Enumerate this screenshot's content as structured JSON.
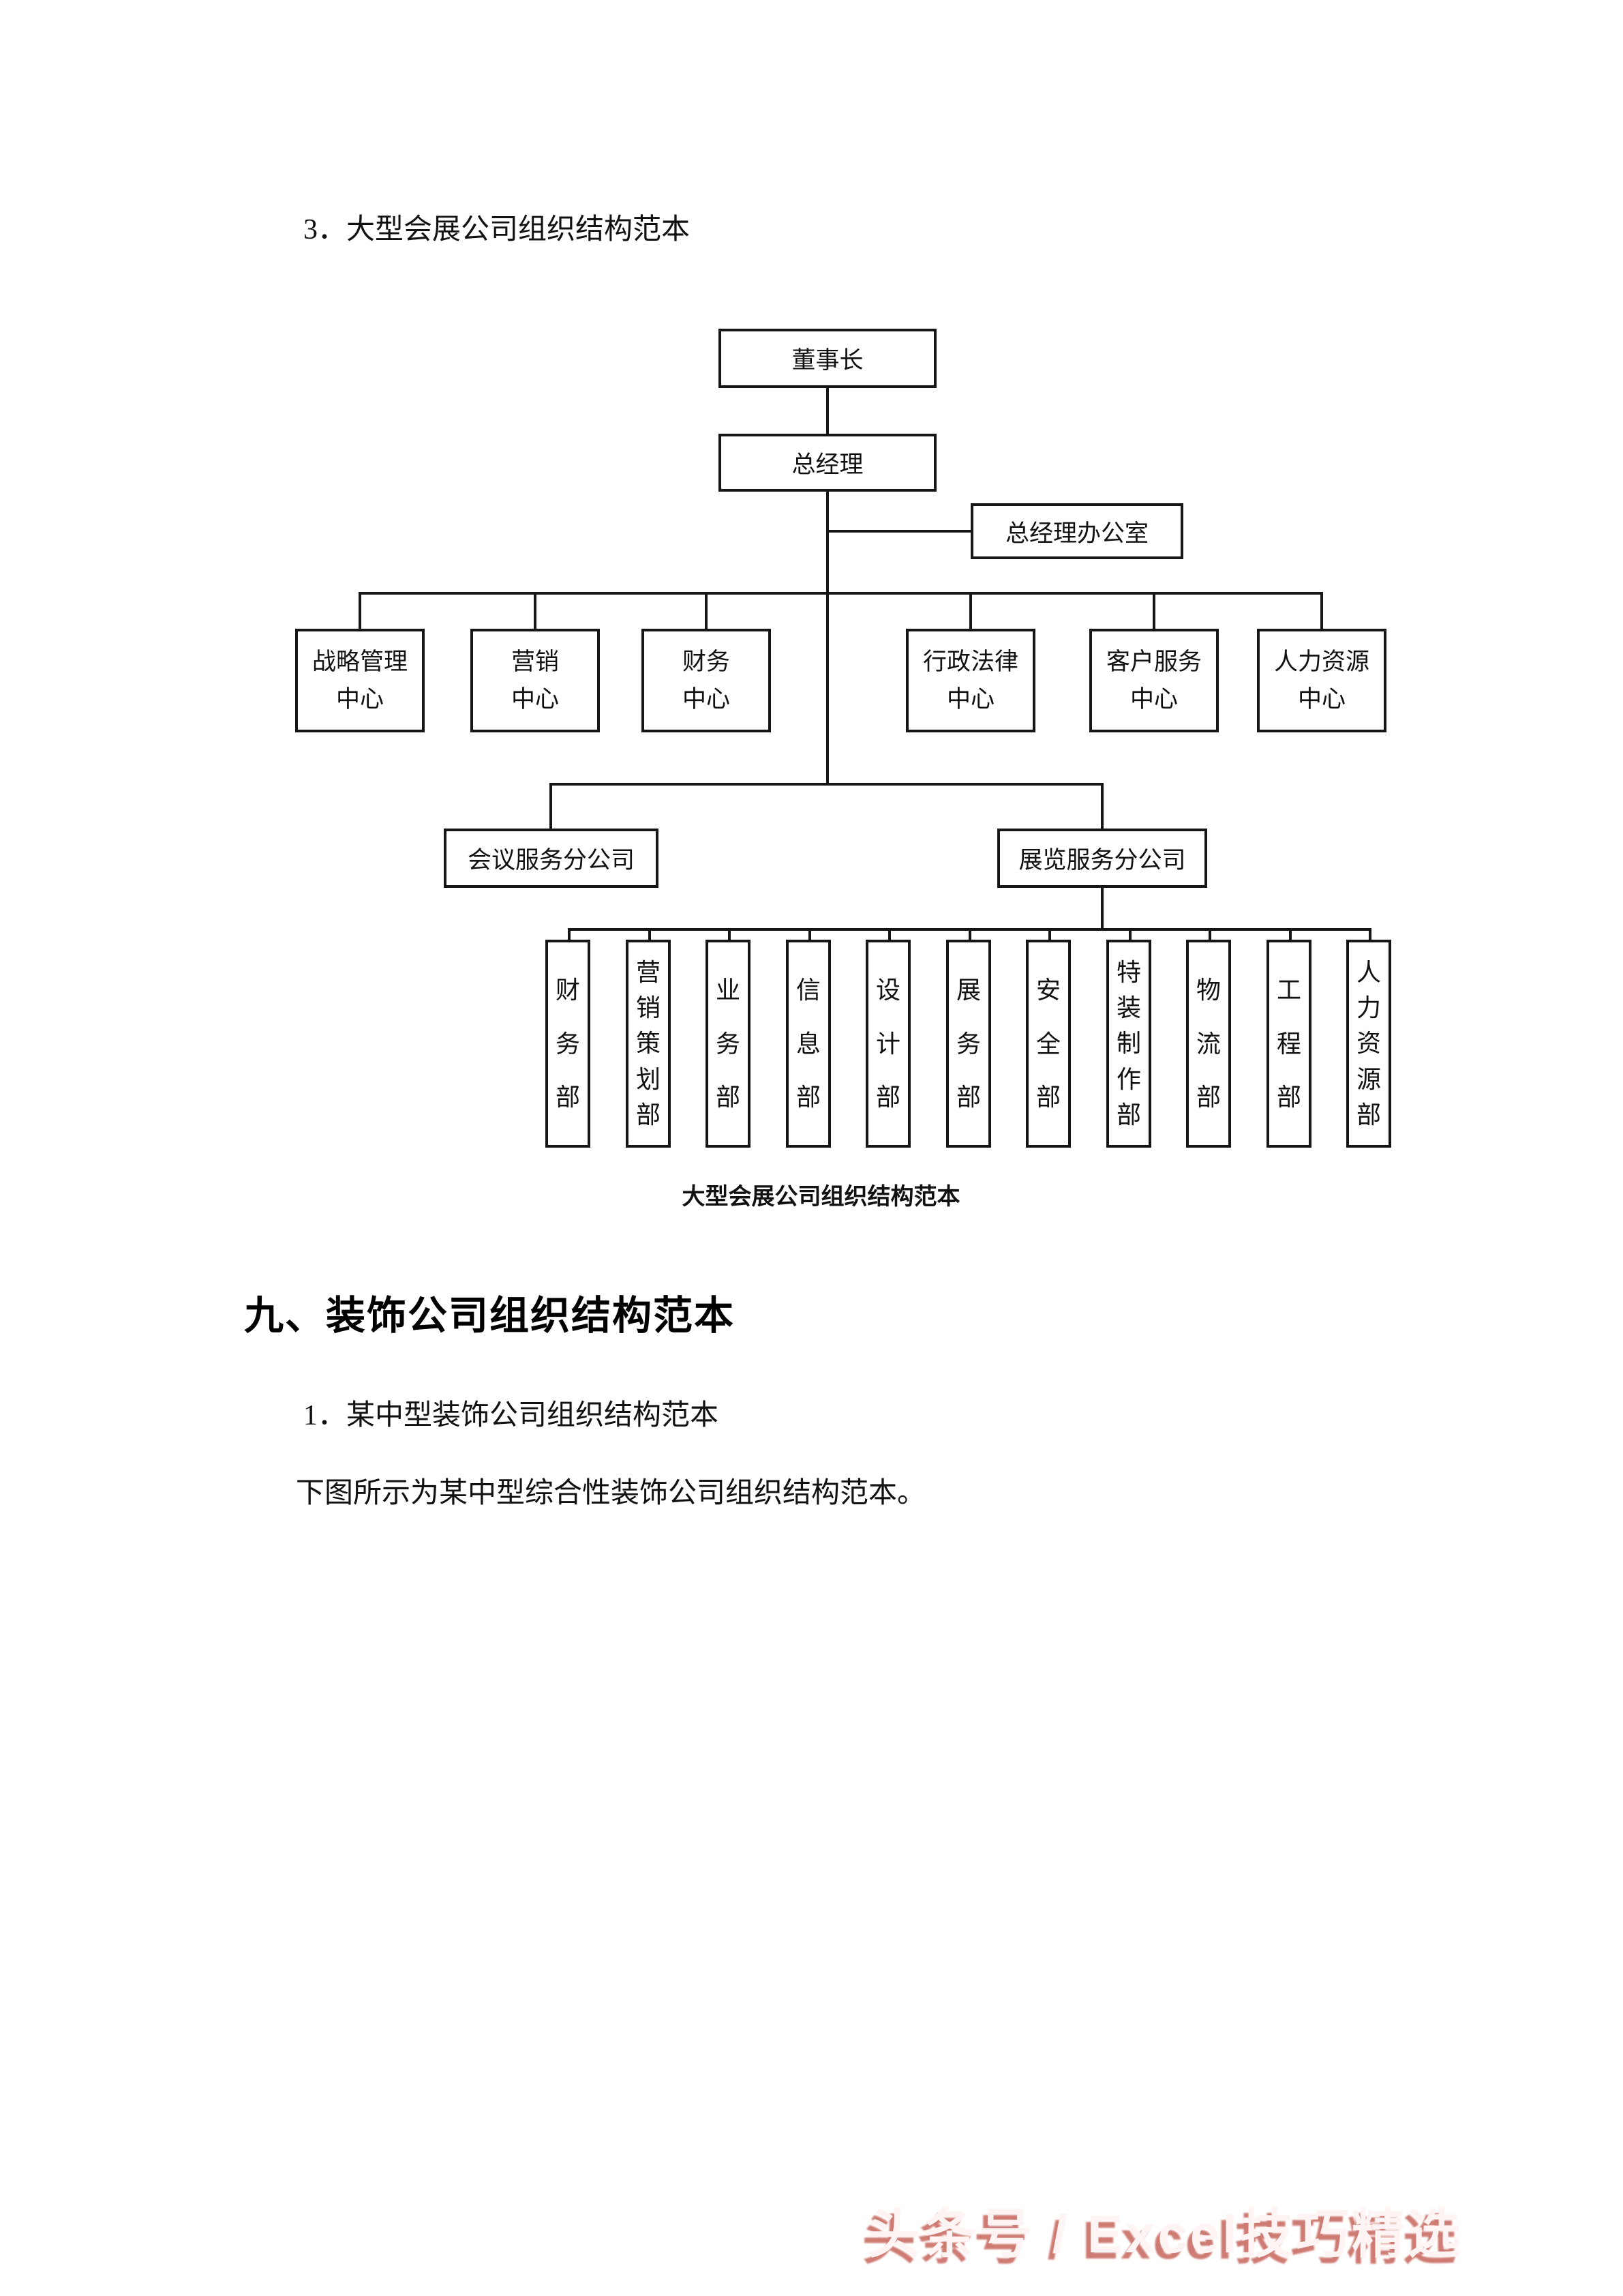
{
  "document": {
    "section3_item": "3．大型会展公司组织结构范本",
    "figure_caption": "大型会展公司组织结构范本",
    "section9_heading": "九、装饰公司组织结构范本",
    "section9_item1": "1．某中型装饰公司组织结构范本",
    "section9_text": "下图所示为某中型综合性装饰公司组织结构范本。"
  },
  "org_chart": {
    "chairman": "董事长",
    "general_manager": "总经理",
    "gm_office": "总经理办公室",
    "centers": [
      {
        "line1": "战略管理",
        "line2": "中心"
      },
      {
        "line1": "营销",
        "line2": "中心"
      },
      {
        "line1": "财务",
        "line2": "中心"
      },
      {
        "line1": "行政法律",
        "line2": "中心"
      },
      {
        "line1": "客户服务",
        "line2": "中心"
      },
      {
        "line1": "人力资源",
        "line2": "中心"
      }
    ],
    "branches": [
      "会议服务分公司",
      "展览服务分公司"
    ],
    "departments": [
      "财务部",
      "营销策划部",
      "业务部",
      "信息部",
      "设计部",
      "展务部",
      "安全部",
      "特装制作部",
      "物流部",
      "工程部",
      "人力资源部"
    ],
    "line_color": "#161616"
  },
  "watermark": {
    "text": "头条号 / Excel技巧精选",
    "fill_color": "#fdf4f3",
    "shadow_color": "#c5645b"
  }
}
